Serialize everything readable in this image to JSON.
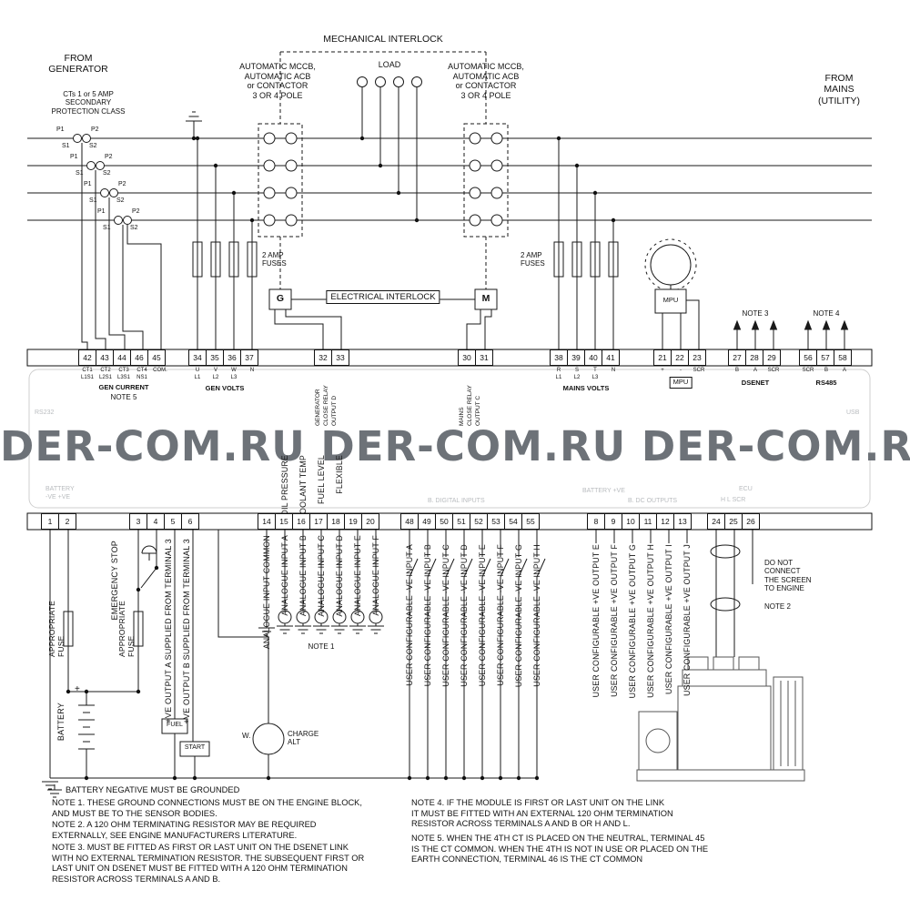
{
  "watermark": {
    "text": "DER-COM.RU DER-COM.RU DER-COM.RU"
  },
  "header": {
    "mechanical_interlock": "MECHANICAL INTERLOCK",
    "from_generator": "FROM\nGENERATOR",
    "ct_class": "CTs 1 or 5 AMP\nSECONDARY\nPROTECTION CLASS",
    "breaker_left": "AUTOMATIC MCCB,\nAUTOMATIC ACB\nor CONTACTOR\n3 OR 4 POLE",
    "load": "LOAD",
    "breaker_right": "AUTOMATIC MCCB,\nAUTOMATIC ACB\nor CONTACTOR\n3 OR 4 POLE",
    "from_mains": "FROM\nMAINS\n(UTILITY)",
    "fuses_left": "2 AMP\nFUSES",
    "fuses_right": "2 AMP\nFUSES",
    "electrical_interlock": "ELECTRICAL INTERLOCK",
    "g_box": "G",
    "m_box": "M",
    "mpu_box": "MPU",
    "note3": "NOTE 3",
    "note4": "NOTE 4"
  },
  "ct": {
    "p1": "P1",
    "p2": "P2",
    "s1": "S1",
    "s2": "S2"
  },
  "terminals_top": {
    "groups": [
      {
        "numbers": [
          "42",
          "43",
          "44",
          "46",
          "45"
        ],
        "row1": [
          "CT1",
          "CT2",
          "CT3",
          "CT4",
          "COM."
        ],
        "row2": [
          "L1S1",
          "L2S1",
          "L3S1",
          "NS1"
        ],
        "label": "GEN CURRENT",
        "note": "NOTE 5"
      },
      {
        "numbers": [
          "34",
          "35",
          "36",
          "37"
        ],
        "row1": [
          "U",
          "V",
          "W",
          "N"
        ],
        "row2": [
          "L1",
          "L2",
          "L3"
        ],
        "label": "GEN VOLTS"
      },
      {
        "numbers": [
          "32",
          "33"
        ],
        "vlabel": "GENERATOR\nCLOSE RELAY\nOUTPUT D"
      },
      {
        "numbers": [
          "30",
          "31"
        ],
        "vlabel": "MAINS\nCLOSE RELAY\nOUTPUT C"
      },
      {
        "numbers": [
          "38",
          "39",
          "40",
          "41"
        ],
        "row1": [
          "R",
          "S",
          "T",
          "N"
        ],
        "row2": [
          "L1",
          "L2",
          "L3"
        ],
        "label": "MAINS VOLTS"
      },
      {
        "numbers": [
          "21",
          "22",
          "23"
        ],
        "row1": [
          "+",
          "-",
          "SCR"
        ],
        "label": "MPU"
      },
      {
        "numbers": [
          "27",
          "28",
          "29"
        ],
        "row1": [
          "B",
          "A",
          "SCR"
        ],
        "label": "DSENET"
      },
      {
        "numbers": [
          "56",
          "57",
          "58"
        ],
        "row1": [
          "SCR",
          "B",
          "A"
        ],
        "label": "RS485"
      }
    ]
  },
  "terminals_bottom": {
    "groups": [
      {
        "numbers": [
          "1",
          "2"
        ]
      },
      {
        "numbers": [
          "3",
          "4",
          "5",
          "6"
        ]
      },
      {
        "numbers": [
          "14",
          "15",
          "16",
          "17",
          "18",
          "19",
          "20"
        ]
      },
      {
        "numbers": [
          "48",
          "49",
          "50",
          "51",
          "52",
          "53",
          "54",
          "55"
        ]
      },
      {
        "numbers": [
          "8",
          "9",
          "10",
          "11",
          "12",
          "13"
        ]
      },
      {
        "numbers": [
          "24",
          "25",
          "26"
        ]
      }
    ]
  },
  "bottom": {
    "emergency_stop": "EMERGENCY STOP",
    "fuse_left": "APPROPRIATE\nFUSE",
    "fuse_right": "APPROPRIATE\nFUSE",
    "battery": "BATTERY",
    "battery_plus": "+",
    "output_a": "+VE OUTPUT A SUPPLIED FROM TERMINAL 3",
    "output_b": "+VE OUTPUT B SUPPLIED FROM TERMINAL 3",
    "fuel": "FUEL",
    "start": "START",
    "charge_w": "W.",
    "charge_alt": "CHARGE\nALT",
    "analogue_inputs": [
      "ANALOGUE INPUT COMMON",
      "ANALOGUE INPUT A",
      "ANALOGUE INPUT B",
      "ANALOGUE INPUT C",
      "ANALOGUE INPUT D",
      "ANALOGUE INPUT E",
      "ANALOGUE INPUT F"
    ],
    "note1": "NOTE 1",
    "user_inputs": [
      "USER CONFIGURABLE -VE INPUT A",
      "USER CONFIGURABLE -VE INPUT B",
      "USER CONFIGURABLE -VE INPUT C",
      "USER CONFIGURABLE -VE INPUT D",
      "USER CONFIGURABLE -VE INPUT E",
      "USER CONFIGURABLE -VE INPUT F",
      "USER CONFIGURABLE -VE INPUT G",
      "USER CONFIGURABLE -VE INPUT H"
    ],
    "user_outputs": [
      "USER CONFIGURABLE +VE OUTPUT E",
      "USER CONFIGURABLE +VE OUTPUT F",
      "USER CONFIGURABLE +VE OUTPUT G",
      "USER CONFIGURABLE +VE OUTPUT H",
      "USER CONFIGURABLE +VE OUTPUT I",
      "USER CONFIGURABLE +VE OUTPUT J"
    ],
    "screen_warning": "DO NOT\nCONNECT\nTHE SCREEN\nTO ENGINE",
    "note2": "NOTE 2"
  },
  "module_faint": {
    "rs232": "RS232",
    "usb": "USB",
    "battery_left": "BATTERY\n-VE  +VE",
    "sensors": [
      "OIL PRESSURE",
      "COOLANT TEMP",
      "FUEL LEVEL",
      "FLEXIBLE"
    ],
    "digital_inputs": "B. DIGITAL INPUTS",
    "battery_right": "BATTERY +VE",
    "dc_outputs": "B. DC OUTPUTS",
    "ecu": "ECU",
    "ecu_pins": "H   L   SCR"
  },
  "notes": {
    "grounded": "BATTERY NEGATIVE MUST BE GROUNDED",
    "note1": "NOTE 1. THESE GROUND CONNECTIONS MUST BE ON THE ENGINE BLOCK,\nAND MUST BE TO THE SENSOR BODIES.",
    "note2": "NOTE 2. A 120 OHM TERMINATING RESISTOR MAY BE REQUIRED\nEXTERNALLY, SEE ENGINE MANUFACTURERS LITERATURE.",
    "note3": "NOTE 3. MUST BE FITTED AS FIRST OR LAST UNIT ON THE DSENET LINK\nWITH NO EXTERNAL TERMINATION RESISTOR. THE SUBSEQUENT FIRST OR\nLAST UNIT ON DSENET MUST BE FITTED WITH A 120 OHM TERMINATION\nRESISTOR ACROSS TERMINALS A AND B.",
    "note4": "NOTE 4. IF THE MODULE IS FIRST OR LAST UNIT ON THE LINK\nIT MUST BE FITTED WITH AN EXTERNAL 120 OHM TERMINATION\nRESISTOR ACROSS TERMINALS A AND B OR H AND L.",
    "note5": "NOTE 5. WHEN THE 4TH CT IS PLACED ON THE NEUTRAL, TERMINAL 45\nIS THE CT COMMON. WHEN THE 4TH IS NOT IN USE OR PLACED ON THE\nEARTH CONNECTION, TERMINAL 46 IS THE CT COMMON"
  }
}
